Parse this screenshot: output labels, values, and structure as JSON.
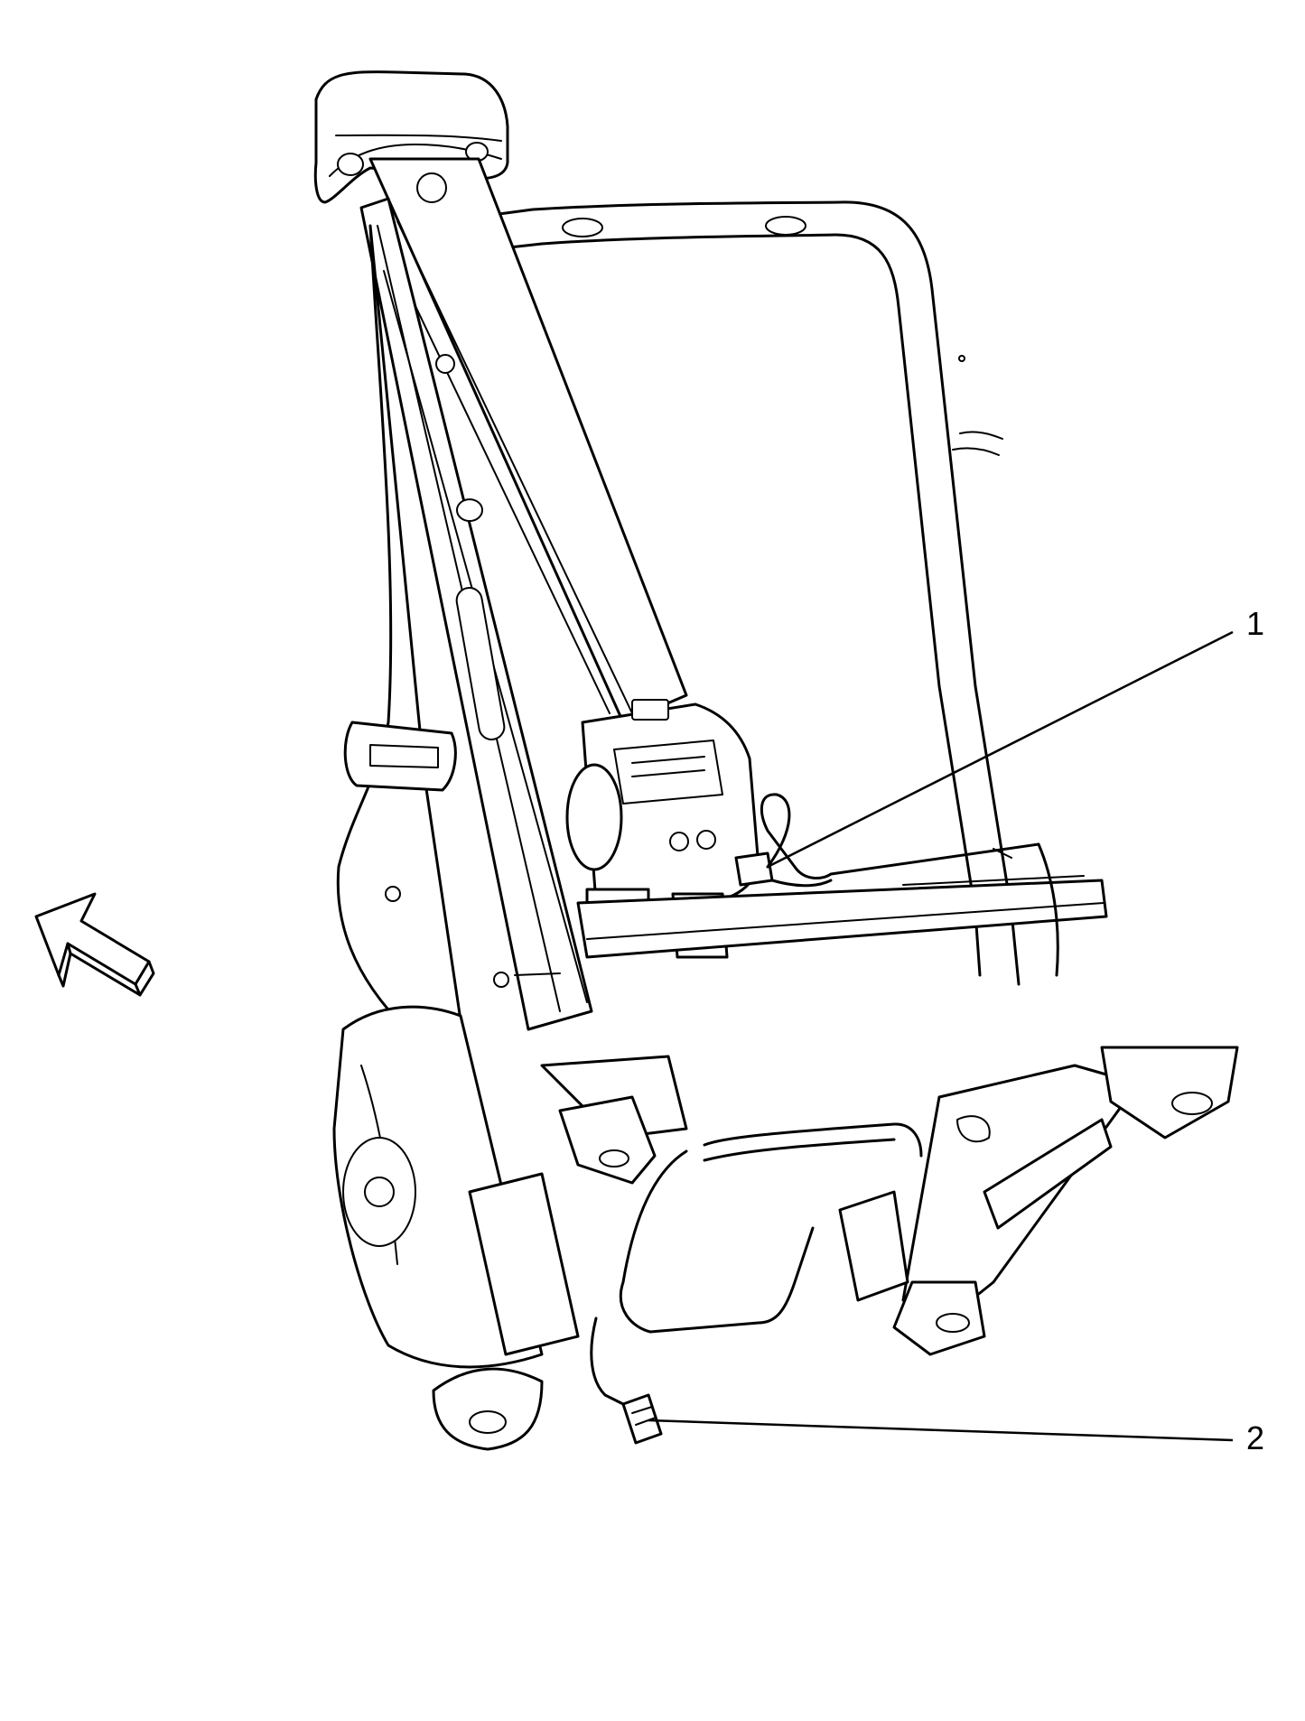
{
  "callouts": [
    {
      "id": "1",
      "label": "1"
    },
    {
      "id": "2",
      "label": "2"
    }
  ],
  "icons": {
    "direction_arrow": "forward-arrow-icon"
  }
}
